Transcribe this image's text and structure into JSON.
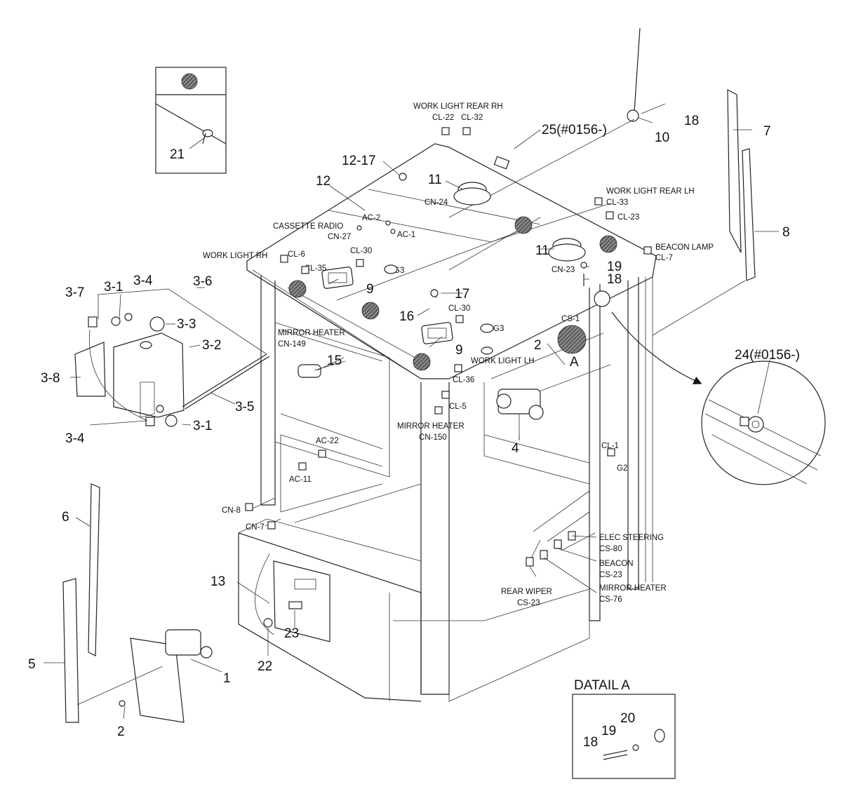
{
  "labels": {
    "l1": "1",
    "l2a": "2",
    "l2b": "2",
    "l3_1a": "3-1",
    "l3_1b": "3-1",
    "l3_2": "3-2",
    "l3_3": "3-3",
    "l3_4a": "3-4",
    "l3_4b": "3-4",
    "l3_5": "3-5",
    "l3_6": "3-6",
    "l3_7": "3-7",
    "l3_8": "3-8",
    "l4": "4",
    "l5": "5",
    "l6": "6",
    "l7": "7",
    "l8": "8",
    "l9a": "9",
    "l9b": "9",
    "l10": "10",
    "l11a": "11",
    "l11b": "11",
    "l12": "12",
    "l12_17": "12-17",
    "l13": "13",
    "l15": "15",
    "l16": "16",
    "l17": "17",
    "l18a": "18",
    "l18b": "18",
    "l18c": "18",
    "l19a": "19",
    "l19b": "19",
    "l20": "20",
    "l21": "21",
    "l22": "22",
    "l23": "23",
    "l24": "24(#0156-)",
    "l25": "25(#0156-)",
    "A": "A"
  },
  "connectors": {
    "work_light_rear_rh": "WORK LIGHT REAR RH",
    "cl22": "CL-22",
    "cl32": "CL-32",
    "work_light_rear_lh": "WORK LIGHT REAR LH",
    "cl33": "CL-33",
    "cl23": "CL-23",
    "beacon_lamp": "BEACON LAMP",
    "cl7": "CL-7",
    "cn24": "CN-24",
    "cn23": "CN-23",
    "ac2": "AC-2",
    "ac1": "AC-1",
    "cassette_radio": "CASSETTE RADIO",
    "cn27": "CN-27",
    "work_light_rh": "WORK LIGHT RH",
    "cl6": "CL-6",
    "cl35": "CL-35",
    "cl30a": "CL-30",
    "cl30b": "CL-30",
    "g3a": "G3",
    "g3b": "G3",
    "cs1": "CS-1",
    "mirror_heater_1": "MIRROR HEATER",
    "cn149": "CN-149",
    "work_light_lh": "WORK LIGHT LH",
    "cl36": "CL-36",
    "cl5": "CL-5",
    "mirror_heater_2": "MIRROR HEATER",
    "cn150": "CN-150",
    "ac22": "AC-22",
    "ac11": "AC-11",
    "cn8": "CN-8",
    "cn7": "CN-7",
    "cl1": "CL-1",
    "g2": "G2",
    "elec_steering": "ELEC STEERING",
    "cs80": "CS-80",
    "beacon": "BEACON",
    "cs23a": "CS-23",
    "mirror_heater_3": "MIRROR HEATER",
    "cs76": "CS-76",
    "rear_wiper": "REAR WIPER",
    "cs23b": "CS-23"
  },
  "detail": {
    "title": "DATAIL A"
  },
  "colors": {
    "line": "#222222",
    "background": "#ffffff"
  }
}
